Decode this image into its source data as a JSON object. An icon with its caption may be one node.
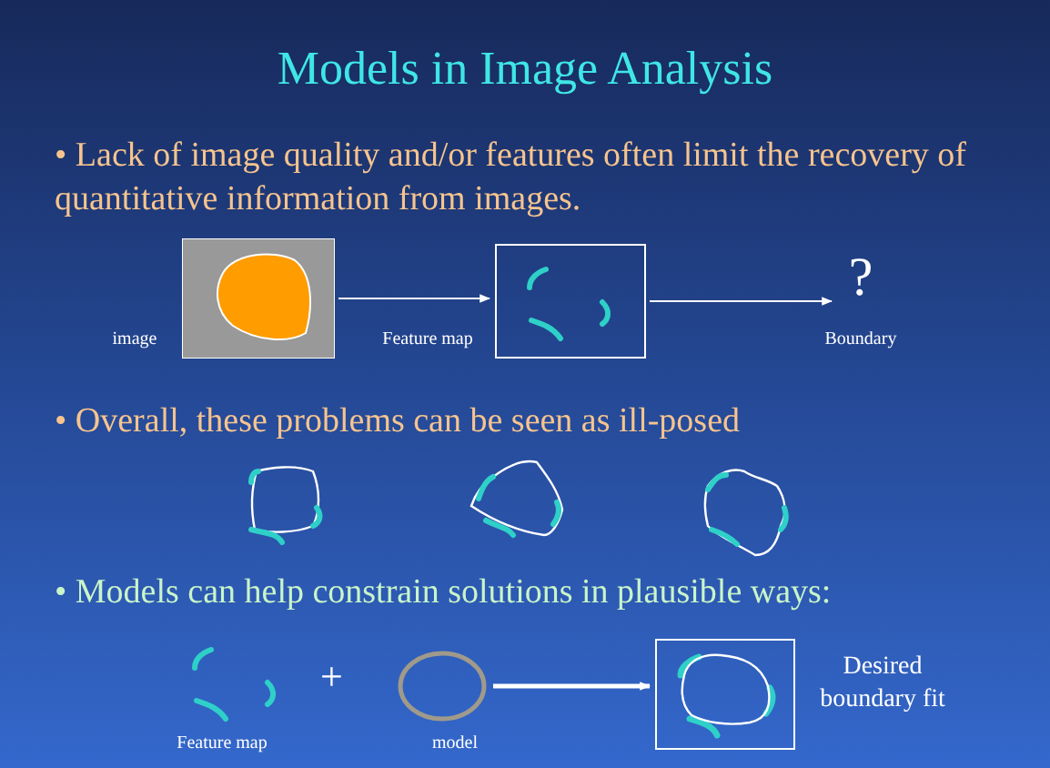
{
  "diagram": {
    "title": "Models in Image Analysis",
    "nodes": [
      {
        "text": [],
        "shape": "picture",
        "beside": [
          "image"
        ]
      },
      {
        "text": [],
        "shape": "box",
        "beside": [
          "Feature map"
        ]
      },
      {
        "text": [
          "?"
        ],
        "beside": [
          "Boundary"
        ]
      },
      {
        "text": [],
        "shape": "picture",
        "beside": [
          "Feature map"
        ]
      },
      {
        "text": [],
        "shape": "circle",
        "beside": [
          "model"
        ]
      },
      {
        "text": [],
        "shape": "box",
        "beside": [
          "Desired boundary fit"
        ]
      }
    ],
    "edges": [
      {
        "from": 0,
        "to": 1,
        "arrow": "to"
      },
      {
        "from": 1,
        "to": 2,
        "arrow": "to"
      },
      {
        "from": 4,
        "to": 5,
        "arrow": "to",
        "style": "thick"
      }
    ],
    "labels": [
      "• Lack of image quality and/or features often limit the recovery of  quantitative information from images.",
      "• Overall, these problems can be seen as ill-posed",
      "• Models can help constrain solutions in plausible ways:",
      "+"
    ]
  }
}
